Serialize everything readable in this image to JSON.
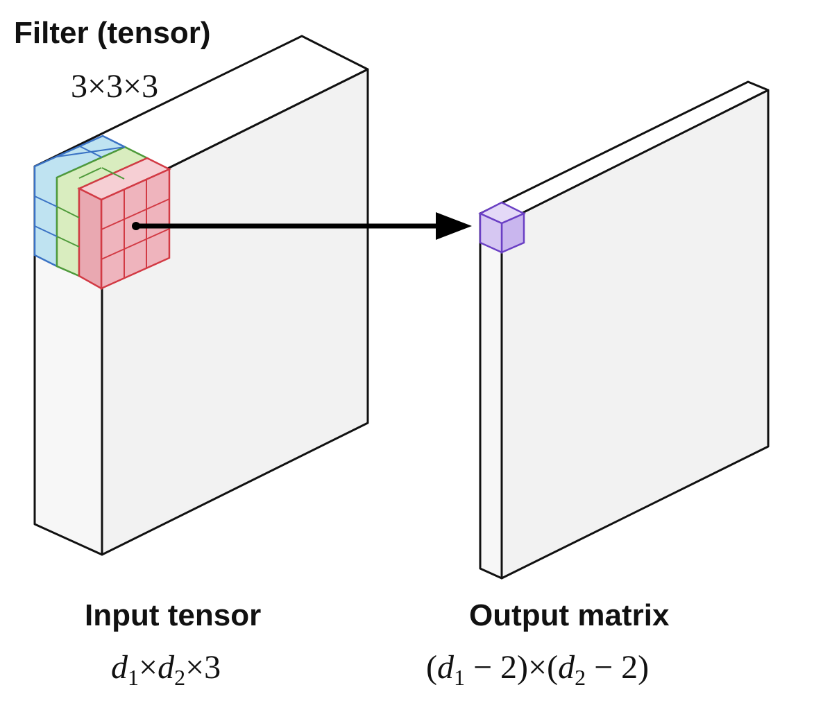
{
  "filter": {
    "title": "Filter (tensor)",
    "size": "3×3×3"
  },
  "input": {
    "title": "Input tensor",
    "dims": {
      "d1_base": "d",
      "d1_sub": "1",
      "times1": "×",
      "d2_base": "d",
      "d2_sub": "2",
      "times2": "×3"
    }
  },
  "output": {
    "title": "Output matrix",
    "dims": {
      "open1": "(",
      "d1_base": "d",
      "d1_sub": "1",
      "minus1": " − 2)×(",
      "d2_base": "d",
      "d2_sub": "2",
      "minus2": " − 2)"
    }
  },
  "colors": {
    "outline": "#111111",
    "face_front": "#f6f6f6",
    "face_side": "#f2f2f2",
    "face_top": "#ffffff",
    "filter_blue": "#bfe3f1",
    "filter_blue_edge": "#3a72c4",
    "filter_green": "#d9edbf",
    "filter_green_edge": "#4e9a3a",
    "filter_red": "#efb4bd",
    "filter_red_edge": "#d23a44",
    "output_cell": "#c9b6ee",
    "output_cell_edge": "#6a3fc4",
    "arrow": "#000000"
  }
}
